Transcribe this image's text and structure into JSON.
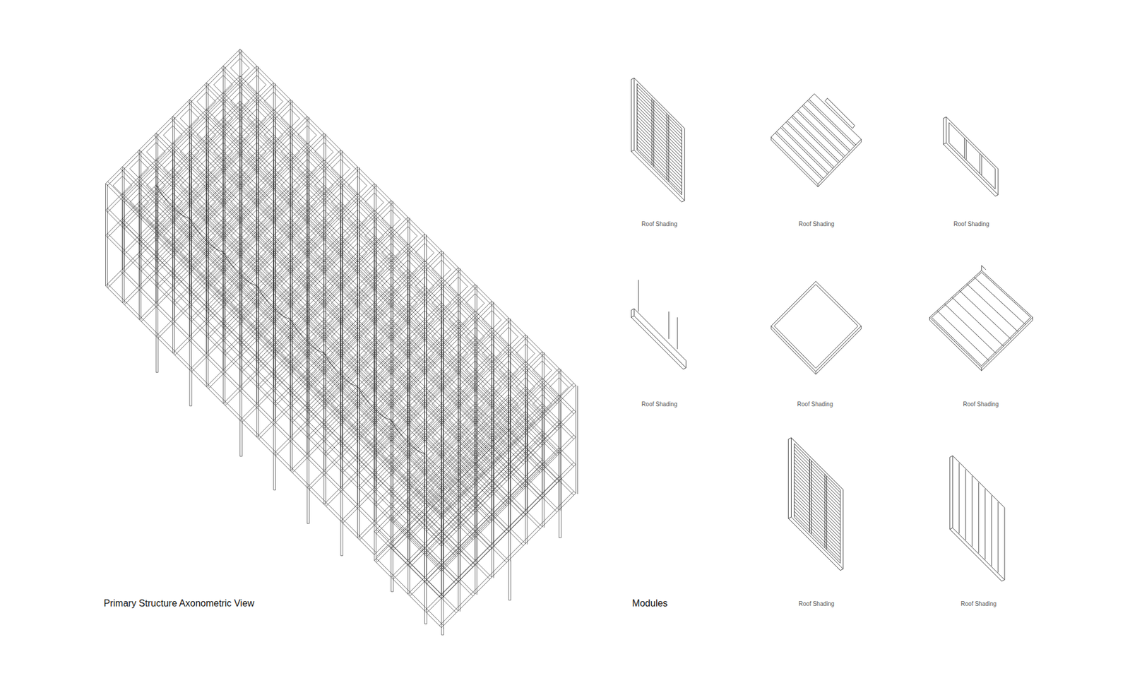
{
  "diagram": {
    "labels": [
      "Roof Shading",
      "Roof Shading",
      "Roof Shading",
      "Roof Shading",
      "Roof Shading",
      "Roof Shading",
      "Primary Structure Axonometric View",
      "Modules",
      "Roof Shading",
      "Roof Shading"
    ]
  }
}
